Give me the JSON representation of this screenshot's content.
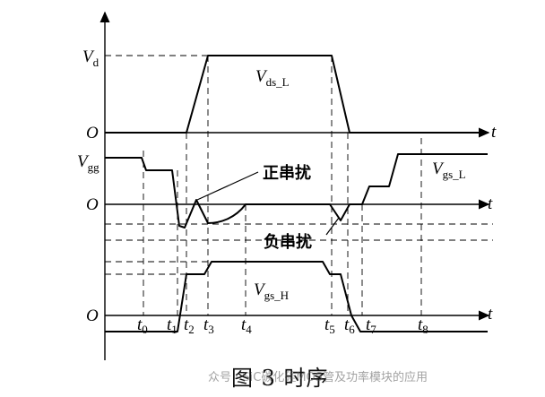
{
  "labels": {
    "vd": "V",
    "vd_sub": "d",
    "o1": "O",
    "o2": "O",
    "o3": "O",
    "t_axis1": "t",
    "t_axis2": "t",
    "t_axis3": "t",
    "vgg": "V",
    "vgg_sub": "gg",
    "vds_l": "V",
    "vds_l_sub": "ds_L",
    "vgs_l": "V",
    "vgs_l_sub": "gs_L",
    "vgs_h": "V",
    "vgs_h_sub": "gs_H",
    "positive_crosstalk": "正串扰",
    "negative_crosstalk": "负串扰"
  },
  "time_labels": [
    {
      "t": "t",
      "n": "0"
    },
    {
      "t": "t",
      "n": "1"
    },
    {
      "t": "t",
      "n": "2"
    },
    {
      "t": "t",
      "n": "3"
    },
    {
      "t": "t",
      "n": "4"
    },
    {
      "t": "t",
      "n": "5"
    },
    {
      "t": "t",
      "n": "6"
    },
    {
      "t": "t",
      "n": "7"
    },
    {
      "t": "t",
      "n": "8"
    }
  ],
  "caption": "图 3   时序",
  "watermark": "众号 · SiC碳化硅MOS管及功率模块的应用"
}
